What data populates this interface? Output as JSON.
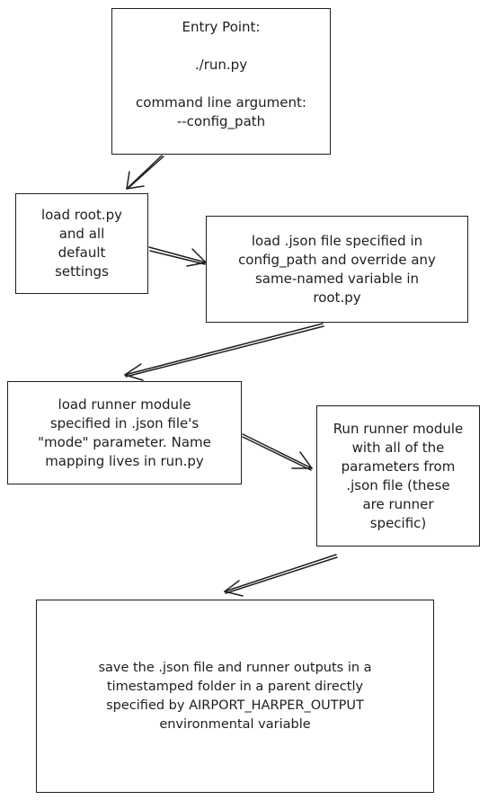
{
  "diagram": {
    "nodes": {
      "entry": {
        "title": "Entry Point:",
        "file": "./run.py",
        "arg_label": "command line argument:",
        "arg_value": "--config_path"
      },
      "load_root": {
        "lines": [
          "load root.py",
          "and all",
          "default",
          "settings"
        ]
      },
      "load_json": {
        "lines": [
          "load .json file specified in",
          "config_path and override any",
          "same-named variable in",
          "root.py"
        ]
      },
      "load_runner": {
        "lines": [
          "load runner module",
          "specified in .json file's",
          "\"mode\" parameter. Name",
          "mapping lives in run.py"
        ]
      },
      "run_runner": {
        "lines": [
          "Run runner module",
          "with all of the",
          "parameters from",
          ".json file (these",
          "are runner",
          "specific)"
        ]
      },
      "save": {
        "lines": [
          "save the .json file and runner outputs in a",
          "timestamped folder in a parent directly",
          "specified by AIRPORT_HARPER_OUTPUT",
          "environmental variable"
        ]
      }
    },
    "edges": [
      {
        "from": "entry",
        "to": "load_root"
      },
      {
        "from": "load_root",
        "to": "load_json"
      },
      {
        "from": "load_json",
        "to": "load_runner"
      },
      {
        "from": "load_runner",
        "to": "run_runner"
      },
      {
        "from": "run_runner",
        "to": "save"
      }
    ],
    "colors": {
      "stroke": "#1e1e1e",
      "background": "#ffffff"
    }
  }
}
